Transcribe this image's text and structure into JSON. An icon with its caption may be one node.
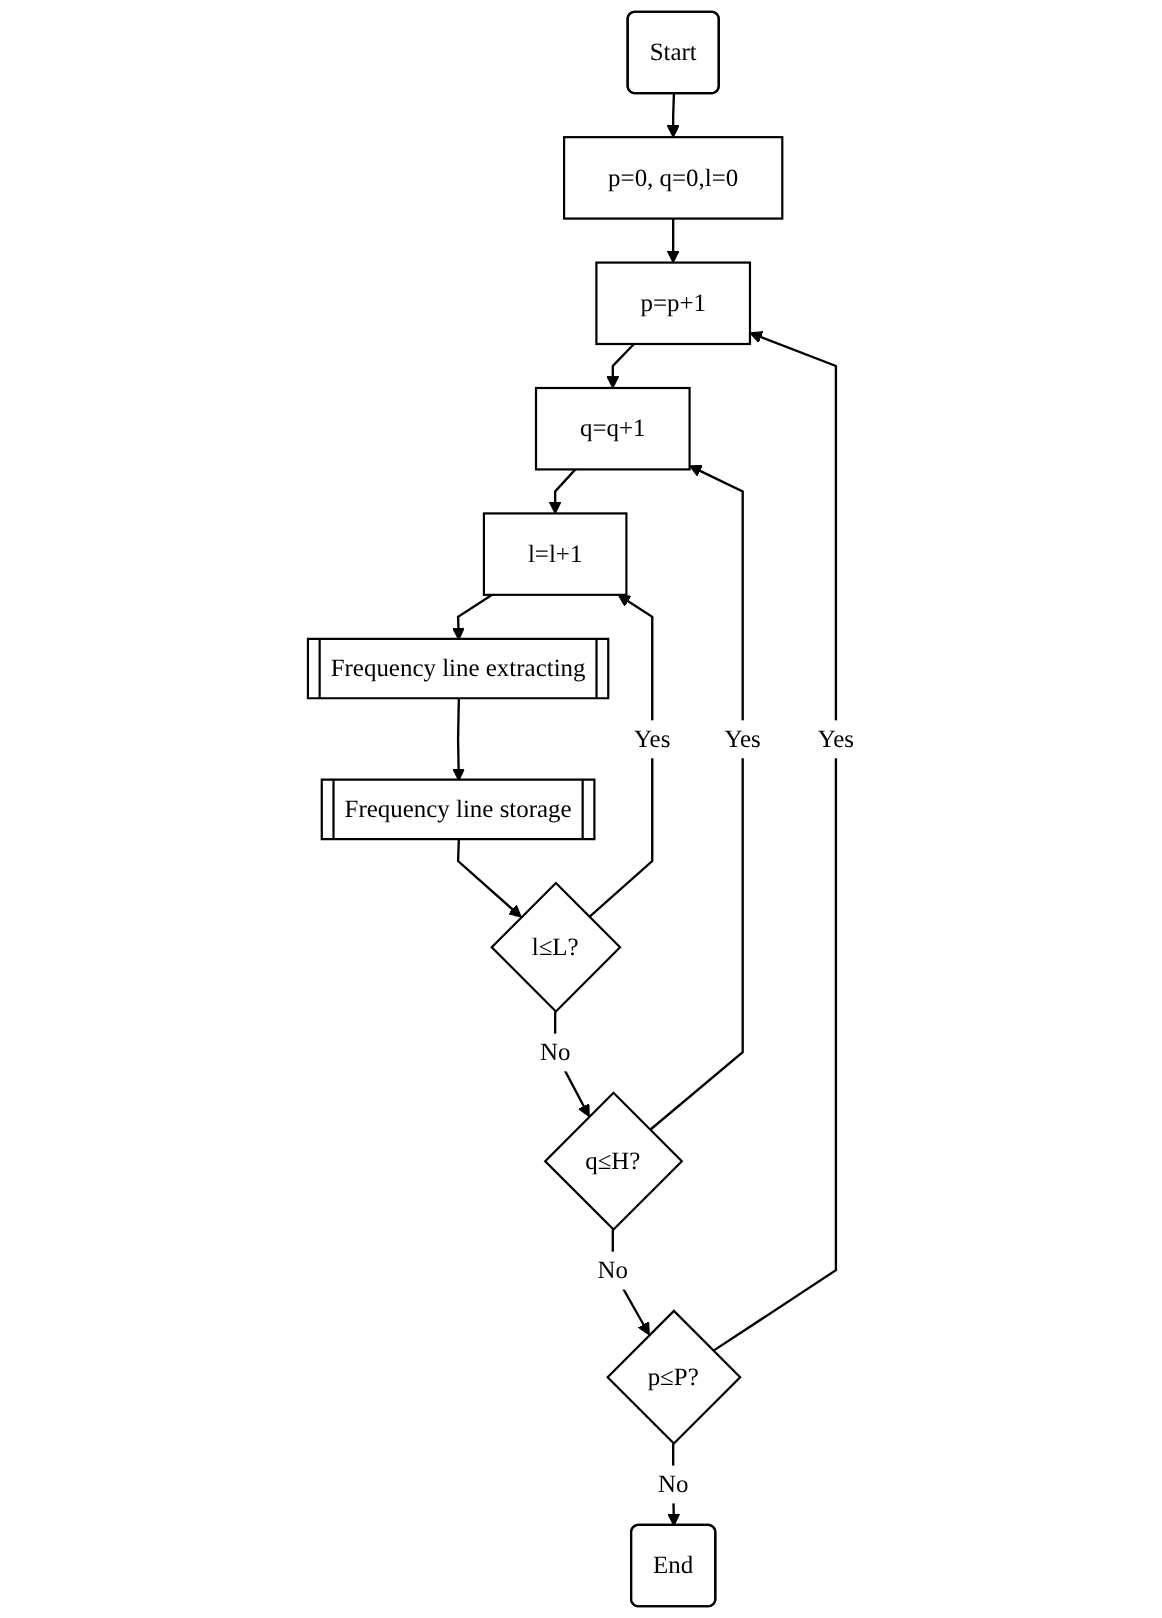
{
  "diagram": {
    "nodes": [
      {
        "text": [
          "Start"
        ]
      },
      {
        "text": [
          "p=0, q=0,l=0"
        ]
      },
      {
        "text": [
          "p=p+1"
        ]
      },
      {
        "text": [
          "q=q+1"
        ]
      },
      {
        "text": [
          "l=l+1"
        ]
      },
      {
        "text": [
          "Frequency line extracting"
        ]
      },
      {
        "text": [
          "Frequency line storage"
        ]
      },
      {
        "text": [
          "l≤L?"
        ]
      },
      {
        "text": [
          "q≤H?"
        ]
      },
      {
        "text": [
          "p≤P?"
        ]
      },
      {
        "text": [
          "End"
        ]
      }
    ],
    "edges": [
      {
        "from": 0,
        "to": 1,
        "arrow": "to"
      },
      {
        "from": 1,
        "to": 2,
        "arrow": "to"
      },
      {
        "from": 2,
        "to": 3,
        "arrow": "to"
      },
      {
        "from": 3,
        "to": 4,
        "arrow": "to"
      },
      {
        "from": 4,
        "to": 5,
        "arrow": "to"
      },
      {
        "from": 5,
        "to": 6,
        "arrow": "to"
      },
      {
        "from": 6,
        "to": 7,
        "arrow": "to"
      },
      {
        "from": 7,
        "to": 4,
        "arrow": "to",
        "label": "Yes"
      },
      {
        "from": 7,
        "to": 8,
        "arrow": "to",
        "label": "No"
      },
      {
        "from": 8,
        "to": 3,
        "arrow": "to",
        "label": "Yes"
      },
      {
        "from": 8,
        "to": 9,
        "arrow": "to",
        "label": "No"
      },
      {
        "from": 9,
        "to": 2,
        "arrow": "to",
        "label": "Yes"
      },
      {
        "from": 9,
        "to": 10,
        "arrow": "to",
        "label": "No"
      }
    ]
  }
}
